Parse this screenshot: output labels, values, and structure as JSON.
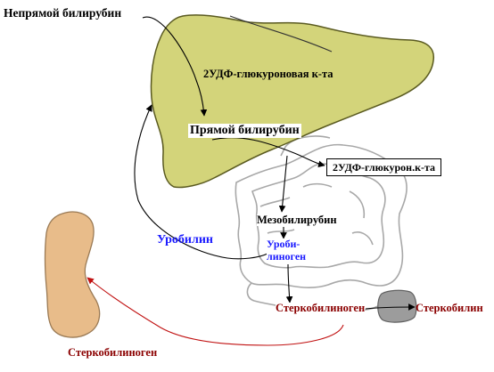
{
  "labels": {
    "unconjugated_bilirubin": "Непрямой билирубин",
    "udp_glucuronic_acid_1": "2УДФ-глюкуроновая к-та",
    "conjugated_bilirubin": "Прямой билирубин",
    "udp_glucuronic_acid_2": "2УДФ-глюкурон.к-та",
    "mesobilirubin": "Мезобилирубин",
    "urobilin": "Уробилин",
    "urobilinogen_line1": "Уроби-",
    "urobilinogen_line2": "линоген",
    "stercobilinogen_gut": "Стеркобилиноген",
    "stercobilin": "Стеркобилин",
    "stercobilinogen_kidney": "Стеркобилиноген"
  },
  "colors": {
    "liver_fill": "#d3d47a",
    "liver_stroke": "#5a5a20",
    "kidney_fill": "#e8bc8a",
    "kidney_stroke": "#9a7a55",
    "intestine_stroke": "#a8a8a8",
    "stool_fill": "#9c9c9c",
    "blue_text": "#1a1aff",
    "maroon_text": "#8b0000",
    "red_arrow": "#c01010"
  }
}
